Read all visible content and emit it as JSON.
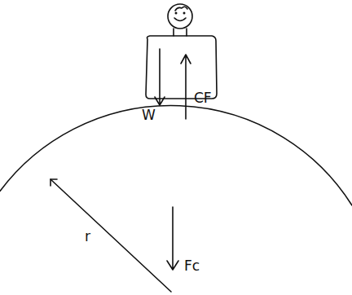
{
  "diagram": {
    "labels": [
      "W",
      "CF",
      "Fc",
      "r"
    ]
  }
}
